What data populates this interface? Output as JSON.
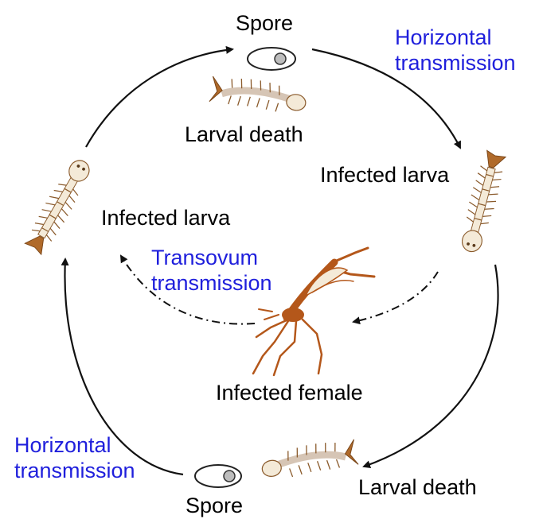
{
  "labels": {
    "spore_top": "Spore",
    "larval_death_top": "Larval death",
    "infected_larva_right": "Infected larva",
    "infected_larva_left": "Infected larva",
    "infected_female": "Infected female",
    "larval_death_bottom": "Larval death",
    "spore_bottom": "Spore",
    "horizontal_top": [
      "Horizontal",
      "transmission"
    ],
    "horizontal_bottom": [
      "Horizontal",
      "transmission"
    ],
    "transovum": [
      "Transovum",
      "transmission"
    ]
  },
  "colors": {
    "text": "#000000",
    "transmission_text": "#1f1fdc",
    "arrow": "#111111",
    "larva_body": "#f4ead8",
    "larva_outline": "#8a5a2b",
    "larva_brush": "#b06a2a",
    "mosquito": "#b4571a",
    "spore_fill": "#bdbdbd"
  },
  "icons": {
    "spore": "spore-icon",
    "larva": "larva-icon",
    "dead_larva": "dead-larva-icon",
    "mosquito": "mosquito-icon"
  }
}
